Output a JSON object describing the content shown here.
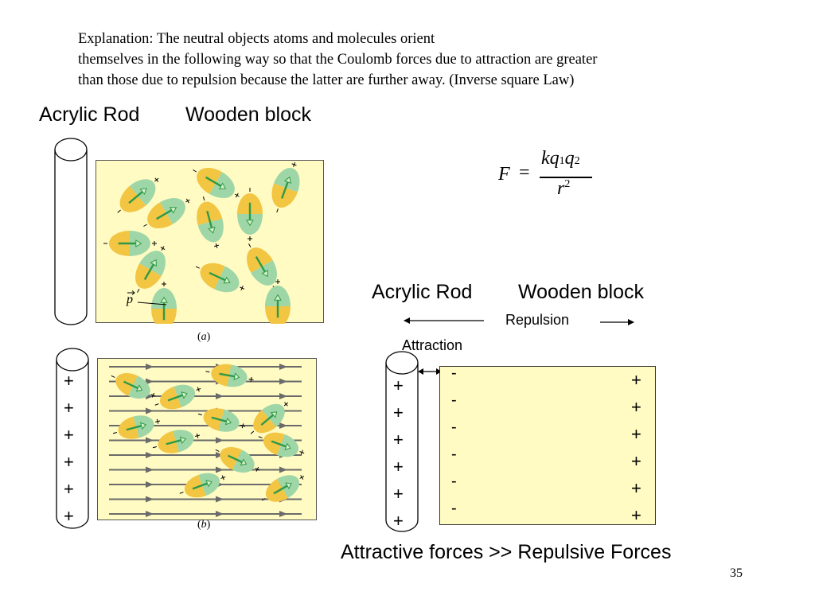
{
  "explanation": {
    "line1": "Explanation: The neutral objects atoms and molecules orient",
    "line2": "themselves in the following way so that the Coulomb forces due to attraction are greater",
    "line3": "than those due to repulsion because the latter are further away. (Inverse square Law)"
  },
  "top_labels": {
    "rod": "Acrylic Rod",
    "block": "Wooden block"
  },
  "figure_a": {
    "caption_letter": "a",
    "vector_symbol": "p"
  },
  "figure_b": {
    "caption_letter": "b"
  },
  "formula": {
    "lhs": "F",
    "equals": "=",
    "num_k": "k",
    "num_q1": "q",
    "sub1": "1",
    "num_q2": "q",
    "sub2": "2",
    "den_r": "r",
    "den_exp": "2"
  },
  "right_diagram": {
    "rod_label": "Acrylic Rod",
    "block_label": "Wooden block",
    "repulsion": "Repulsion",
    "attraction": "Attraction",
    "rod_signs": [
      "+",
      "+",
      "+",
      "+",
      "+",
      "+"
    ],
    "block_left_signs": [
      "-",
      "-",
      "-",
      "-",
      "-",
      "-"
    ],
    "block_right_signs": [
      "+",
      "+",
      "+",
      "+",
      "+",
      "+"
    ]
  },
  "left_rod_signs": [
    "+",
    "+",
    "+",
    "+",
    "+",
    "+"
  ],
  "conclusion": "Attractive forces >> Repulsive Forces",
  "slide_number": "35",
  "colors": {
    "panel": "#fffbc3",
    "orange": "#f2c542",
    "green": "#9fd6a8",
    "dipole_arrow": "#2e9a48"
  }
}
